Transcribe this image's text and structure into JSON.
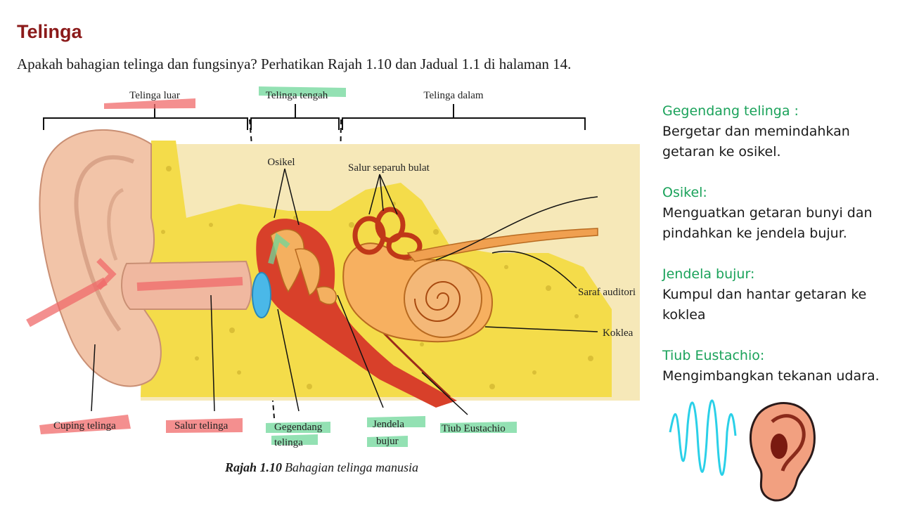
{
  "title": "Telinga",
  "question": "Apakah bahagian telinga dan fungsinya? Perhatikan Rajah 1.10 dan Jadual 1.1 di halaman 14.",
  "sections": {
    "outer": "Telinga luar",
    "middle": "Telinga tengah",
    "inner": "Telinga dalam"
  },
  "labels": {
    "ossicles": "Osikel",
    "canals": "Salur separuh bulat",
    "nerve": "Saraf auditori",
    "cochlea": "Koklea",
    "pinna": "Cuping telinga",
    "ear_canal": "Salur telinga",
    "eardrum_1": "Gegendang",
    "eardrum_2": "telinga",
    "oval_window_1": "Jendela",
    "oval_window_2": "bujur",
    "eustachian": "Tiub Eustachio"
  },
  "caption": {
    "number": "Rajah 1.10",
    "text": "Bahagian telinga manusia"
  },
  "notes": [
    {
      "heading": "Gegendang telinga :",
      "body": "Bergetar dan memindahkan getaran ke osikel."
    },
    {
      "heading": "Osikel:",
      "body": "Menguatkan getaran bunyi dan pindahkan ke jendela bujur."
    },
    {
      "heading": "Jendela bujur:",
      "body": "Kumpul dan hantar getaran ke koklea"
    },
    {
      "heading": "Tiub Eustachio:",
      "body": "Mengimbangkan tekanan udara."
    }
  ],
  "colors": {
    "title": "#8b1a1a",
    "note_heading": "#1aa25a",
    "highlight_red": "#f06a6a",
    "highlight_green": "#6fd79a",
    "bone": "#f4dc4a",
    "skin": "#f2c4a8",
    "ossicle": "#f4b060",
    "membrane": "#4ab8e8"
  }
}
